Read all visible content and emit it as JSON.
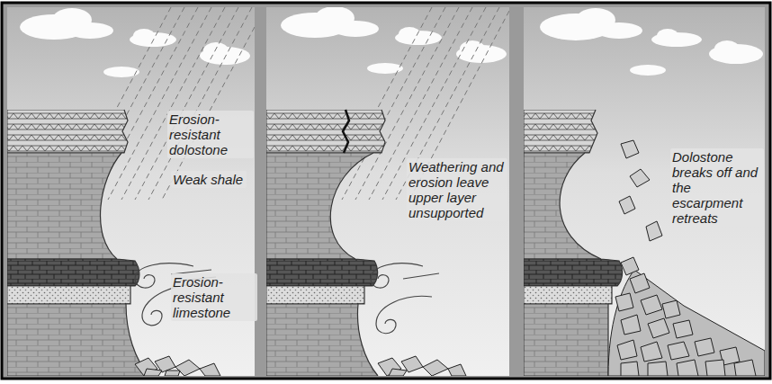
{
  "diagram": {
    "labels": [
      "Erosion-resistant dolostone",
      "Weak shale",
      "Erosion-resistant limestone",
      "Weathering and erosion leave upper layer unsupported",
      "Dolostone breaks off and the escarpment retreats"
    ]
  }
}
